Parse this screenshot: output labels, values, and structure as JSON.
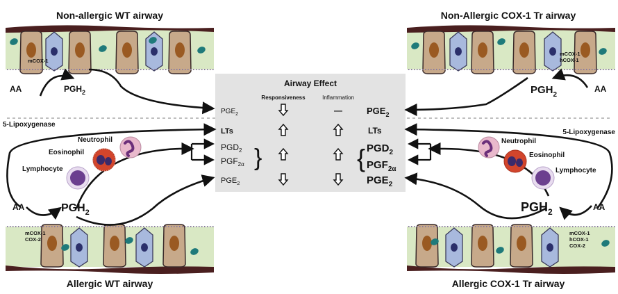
{
  "titles": {
    "top_left": "Non-allergic WT airway",
    "top_right": "Non-Allergic COX-1 Tr airway",
    "bottom_left": "Allergic WT airway",
    "bottom_right": "Allergic COX-1 Tr airway"
  },
  "enzyme_labels": {
    "top_left": [
      "mCOX-1"
    ],
    "top_right": [
      "mCOX-1",
      "hCOX-1"
    ],
    "bottom_left": [
      "mCOX-1",
      "COX-2"
    ],
    "bottom_right": [
      "mCOX-1",
      "hCOX-1",
      "COX-2"
    ]
  },
  "pathway": {
    "aa": "AA",
    "pgh2_base": "PGH",
    "pgh2_sub": "2",
    "lipoxygenase": "5-Lipoxygenase"
  },
  "cells": {
    "neutrophil": "Neutrophil",
    "eosinophil": "Eosinophil",
    "lymphocyte": "Lymphocyte"
  },
  "panel": {
    "title": "Airway Effect",
    "col_responsiveness": "Responsiveness",
    "col_inflammation": "Inflammation",
    "nonallergic_row": {
      "left": "PGE",
      "left_sub": "2",
      "responsiveness": "down",
      "inflammation": "—",
      "right": "PGE",
      "right_sub": "2"
    },
    "rows": [
      {
        "left": "LTs",
        "responsiveness": "up",
        "inflammation": "up",
        "right": "LTs"
      },
      {
        "left": "PGD",
        "left_sub": "2",
        "responsiveness": "up",
        "inflammation": "up",
        "right": "PGD",
        "right_sub": "2"
      },
      {
        "left": "PGF",
        "left_sub": "2α",
        "right": "PGF",
        "right_sub": "2α"
      },
      {
        "left": "PGE",
        "left_sub": "2",
        "responsiveness": "down",
        "inflammation": "down",
        "right": "PGE",
        "right_sub": "2"
      }
    ]
  },
  "colors": {
    "panel_bg": "#e3e3e3",
    "epithelium_bg": "#d9e8c4",
    "cell_fill": "#c7a98a",
    "nucleus_brown": "#9a5a22",
    "nucleus_teal": "#1f7a7a",
    "membrane": "#4a1f1f",
    "blue_cell": "#a8b9dd",
    "eosinophil_red": "#d2452c",
    "neutrophil_pink": "#e9b9cc",
    "lymphocyte_purple": "#6b3f8f"
  }
}
